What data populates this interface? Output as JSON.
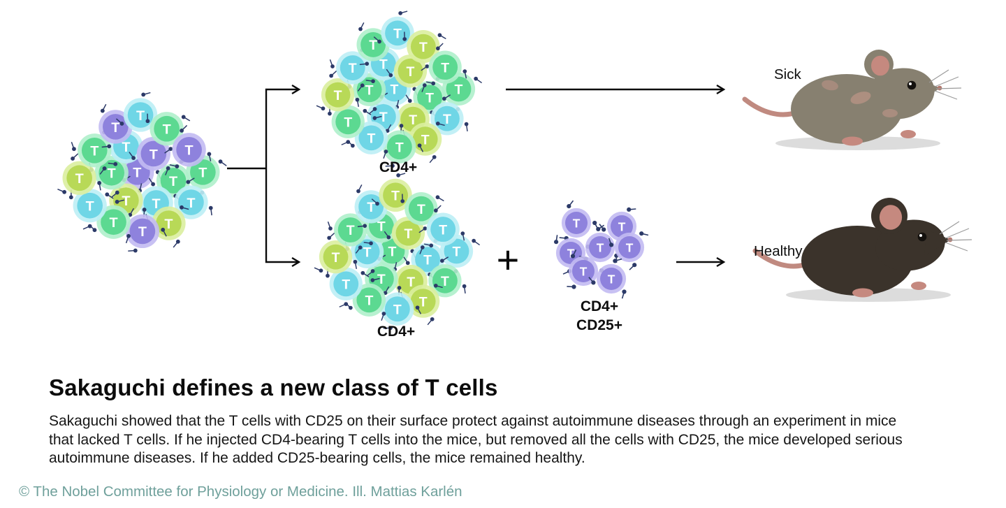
{
  "diagram": {
    "cd4_top_label": "CD4+",
    "cd4_bottom_label": "CD4+",
    "treg_label_line1": "CD4+",
    "treg_label_line2": "CD25+",
    "plus_sign": "+",
    "sick_label": "Sick",
    "healthy_label": "Healthy",
    "cell_letter": "T"
  },
  "clusters": {
    "mixed": {
      "cells": [
        "purple",
        "green",
        "cyan",
        "lime",
        "green",
        "cyan",
        "purple",
        "green",
        "cyan",
        "lime",
        "purple",
        "green",
        "cyan",
        "lime",
        "green",
        "purple",
        "cyan",
        "green",
        "purple"
      ]
    },
    "cd4_top": {
      "cells": [
        "cyan",
        "green",
        "lime",
        "cyan",
        "green",
        "cyan",
        "lime",
        "green",
        "cyan",
        "lime",
        "green",
        "cyan",
        "green",
        "lime",
        "cyan",
        "green",
        "cyan",
        "lime",
        "green"
      ]
    },
    "cd4_bottom": {
      "cells": [
        "green",
        "cyan",
        "lime",
        "green",
        "cyan",
        "green",
        "lime",
        "cyan",
        "green",
        "lime",
        "cyan",
        "green",
        "cyan",
        "lime",
        "green",
        "cyan",
        "lime",
        "green",
        "cyan"
      ]
    },
    "treg": {
      "cells": [
        "purple",
        "purple",
        "purple",
        "purple",
        "purple",
        "purple",
        "purple"
      ]
    }
  },
  "text": {
    "title": "Sakaguchi defines a new class of T cells",
    "body_lines": [
      "Sakaguchi showed that the T cells with CD25 on their surface protect against autoimmune diseases through an experiment in mice",
      "that lacked T cells. If he injected CD4-bearing T cells into the mice, but removed all the cells with CD25, the mice developed serious",
      "autoimmune diseases. If he added CD25-bearing cells, the mice remained healthy."
    ],
    "credit": "© The Nobel Committee for Physiology or Medicine. Ill. Mattias Karlén"
  },
  "palette": {
    "green_core": "#5cd991",
    "green_halo": "#aff0cb",
    "cyan_core": "#6fd6e6",
    "cyan_halo": "#bceef5",
    "lime_core": "#b8d957",
    "lime_halo": "#daee9f",
    "purple_core": "#8e82dd",
    "purple_halo": "#c2baf2",
    "receptor": "#2c3a68",
    "arrow": "#0a0a0a",
    "sick_mouse_body": "#878070",
    "healthy_mouse_body": "#3b332b",
    "mouse_pink": "#c5897f",
    "mouse_tail": "#c08a80",
    "credit_color": "#6fa09b"
  }
}
